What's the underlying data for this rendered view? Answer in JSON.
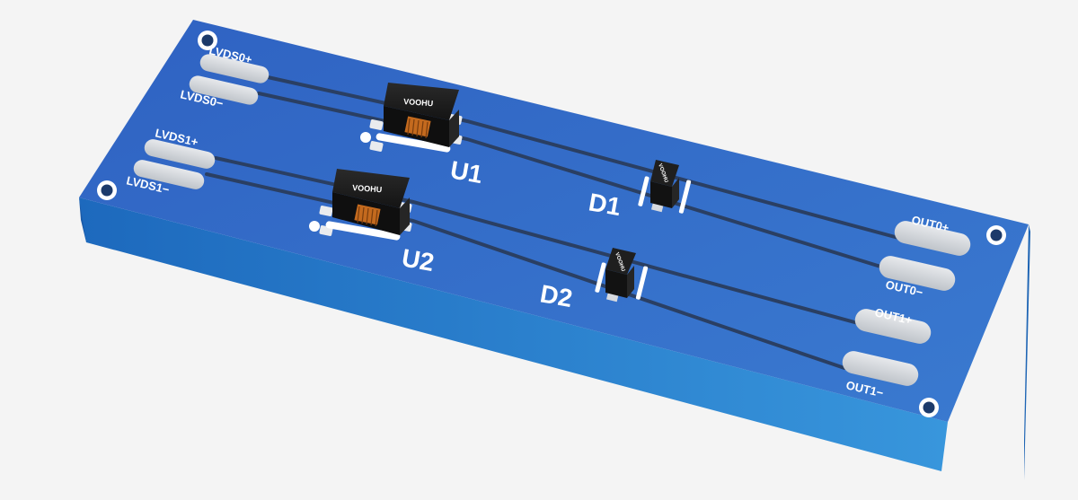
{
  "colors": {
    "background": "#f4f4f4",
    "board_top": "#3370c8",
    "board_edge": "#2f88d4",
    "board_edge_dark": "#1e66b8",
    "trace": "#2a3f63",
    "silkscreen": "#ffffff",
    "pad": "#cfd3d8",
    "component_body": "#1b1b1b",
    "coil": "#c46a1e"
  },
  "board": {
    "pads_left": [
      {
        "label": "LVDS0+"
      },
      {
        "label": "LVDS0−"
      },
      {
        "label": "LVDS1+"
      },
      {
        "label": "LVDS1−"
      }
    ],
    "pads_right": [
      {
        "label": "OUT0+"
      },
      {
        "label": "OUT0−"
      },
      {
        "label": "OUT1+"
      },
      {
        "label": "OUT1−"
      }
    ],
    "components": [
      {
        "ref": "U1",
        "marking": "VOOHU",
        "kind": "common-mode-choke"
      },
      {
        "ref": "U2",
        "marking": "VOOHU",
        "kind": "common-mode-choke"
      },
      {
        "ref": "D1",
        "marking": "VOOHU",
        "kind": "esd-diode"
      },
      {
        "ref": "D2",
        "marking": "VOOHU",
        "kind": "esd-diode"
      }
    ]
  }
}
